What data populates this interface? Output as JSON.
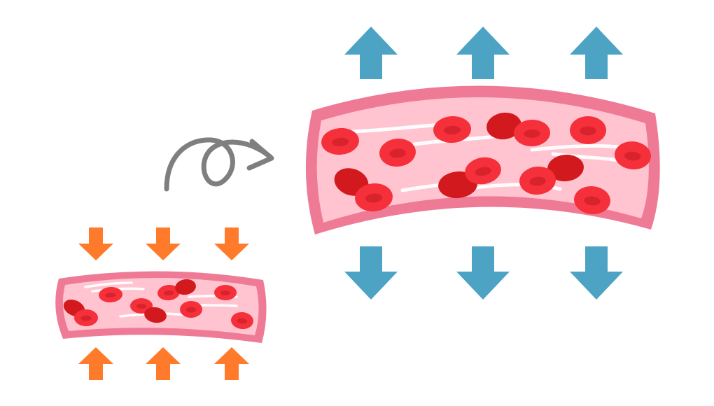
{
  "illustration": {
    "subject": "",
    "colors": {
      "constrict_arrow": "#FF7A2B",
      "dilate_arrow": "#4DA3C4",
      "vessel_wall": "#EF7A95",
      "vessel_lumen": "#FFC4D0",
      "rbc_light": "#F5303A",
      "rbc_dark": "#D21A1E",
      "transition_arrow": "#7F7F7F"
    },
    "narrow_vessel": {
      "state": "constricted",
      "arrows_above": 3,
      "arrows_below": 3,
      "arrow_direction": "inward",
      "icon": "orange-inward-arrows"
    },
    "wide_vessel": {
      "state": "dilated",
      "arrows_above": 3,
      "arrows_below": 3,
      "arrow_direction": "outward",
      "icon": "blue-outward-arrows"
    },
    "transition": {
      "icon": "curly-arrow-right"
    }
  }
}
